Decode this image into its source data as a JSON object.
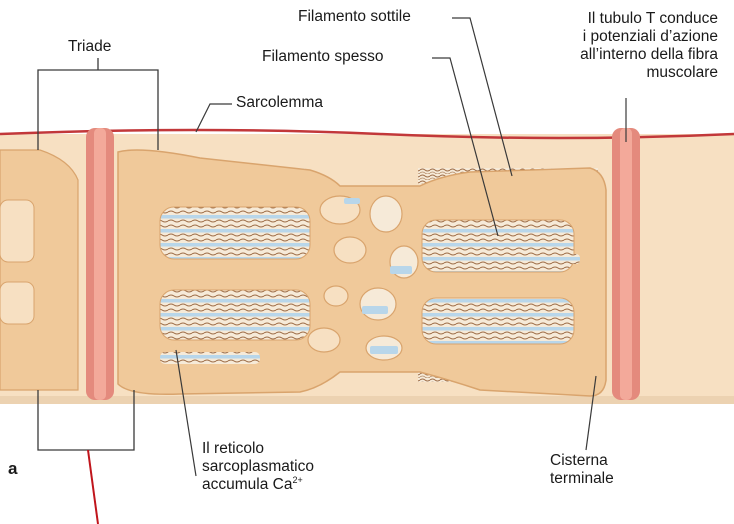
{
  "labels": {
    "triade": "Triade",
    "sarcolemma": "Sarcolemma",
    "filamento_sottile": "Filamento sottile",
    "filamento_spesso": "Filamento spesso",
    "tubulo_t": [
      "Il tubulo T conduce",
      "i potenziali d’azione",
      "all’interno della fibra",
      "muscolare"
    ],
    "reticolo": [
      "Il reticolo",
      "sarcoplasmatico",
      "accumula Ca"
    ],
    "reticolo_ion_charge": "2+",
    "cisterna": [
      "Cisterna",
      "terminale"
    ],
    "panel_letter": "a"
  },
  "colors": {
    "fiber_background": "#f7e0c2",
    "reticulum": "#f0c99a",
    "reticulum_edge": "#d9a46d",
    "t_tubule": "#e48a7d",
    "t_tubule_core": "#f3a99a",
    "sarcolemma": "#c2383a",
    "thick_filament": "#b8d6ea",
    "thin_filament": "#9c6b45",
    "red_line": "#c0151c"
  }
}
